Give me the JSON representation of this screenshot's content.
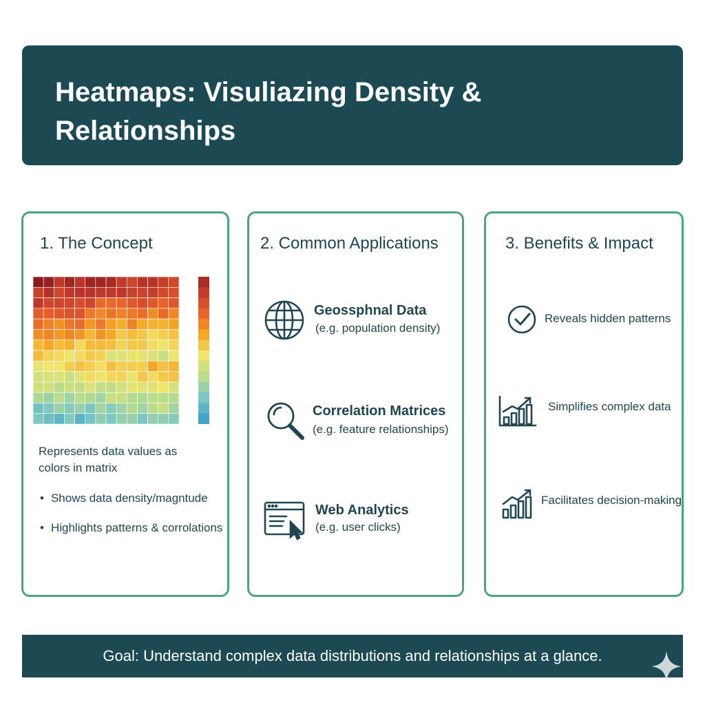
{
  "header": {
    "title": "Heatmaps: Visuliazing Density & Relationships"
  },
  "concept": {
    "title": "1. The Concept",
    "description": "Represents data values as colors in matrix",
    "bullets": [
      "Shows data density/magntude",
      "Highlights patterns & corrolations"
    ]
  },
  "applications": {
    "title": "2. Common Applications",
    "items": [
      {
        "name": "Geossphnal Data",
        "example": "(e.g. population density)",
        "icon": "globe-icon"
      },
      {
        "name": "Correlation Matrices",
        "example": "(e.g. feature relationships)",
        "icon": "magnifier-icon"
      },
      {
        "name": "Web Analytics",
        "example": "(e.g. user clicks)",
        "icon": "browser-cursor-icon"
      }
    ]
  },
  "benefits": {
    "title": "3. Benefits & Impact",
    "items": [
      {
        "text": "Reveals hidden patterns",
        "icon": "check-circle-icon"
      },
      {
        "text": "Simplifies complex data",
        "icon": "bar-chart-up-icon"
      },
      {
        "text": "Facilitates decision-making",
        "icon": "bar-chart-trend-icon"
      }
    ]
  },
  "footer": {
    "goal": "Goal: Understand complex data distributions and relationships at a glance."
  },
  "colors": {
    "header_bg": "#1c4a54",
    "card_border": "#4aa678",
    "heat_scale": [
      "#8b1a1e",
      "#c0392b",
      "#e8622c",
      "#f5a623",
      "#f2e56b",
      "#b9dc8a",
      "#7cc7c4",
      "#3fa4c8"
    ]
  }
}
